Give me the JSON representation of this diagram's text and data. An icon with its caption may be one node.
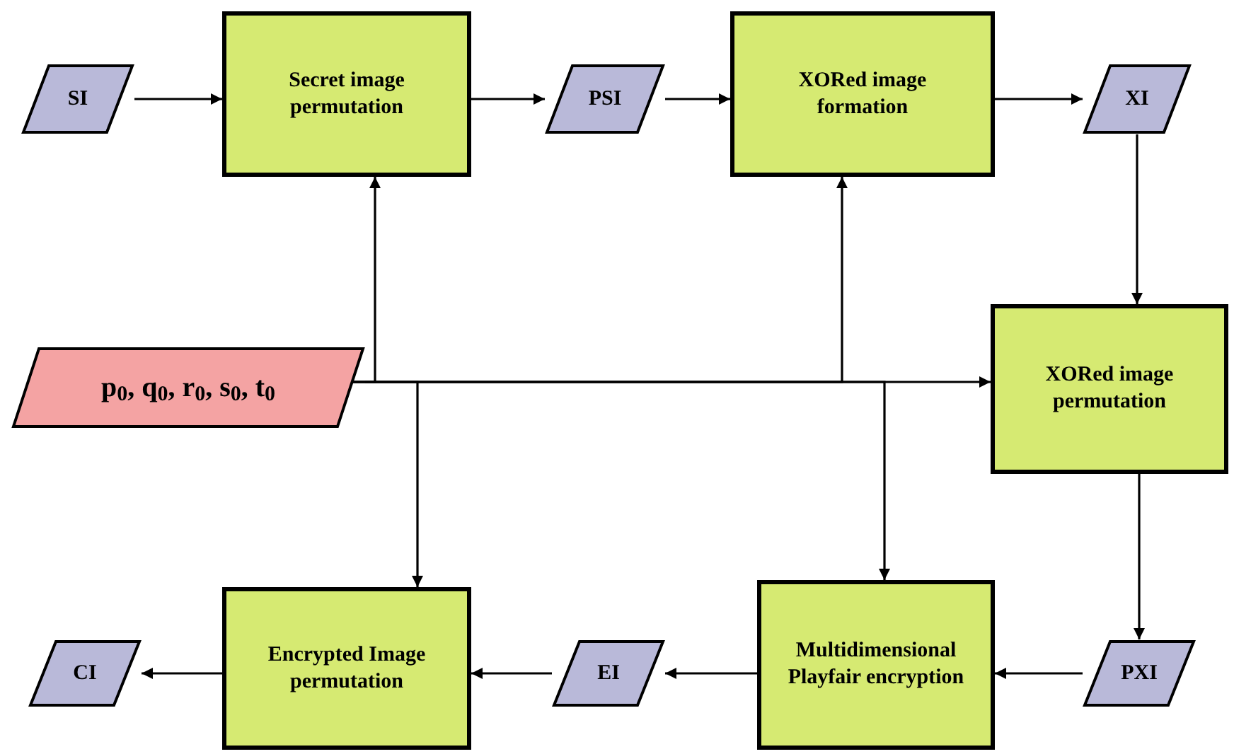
{
  "diagram": {
    "nodes": [
      {
        "text": [
          "SI"
        ]
      },
      {
        "text": [
          "Secret image permutation"
        ]
      },
      {
        "text": [
          "PSI"
        ]
      },
      {
        "text": [
          "XORed image formation"
        ]
      },
      {
        "text": [
          "XI"
        ]
      },
      {
        "text": [
          "p$_{0}$, q$_{0}$, r$_{0}$, s$_{0}$, t$_{0}$"
        ]
      },
      {
        "text": [
          "XORed image permutation"
        ]
      },
      {
        "text": [
          "CI"
        ]
      },
      {
        "text": [
          "Encrypted Image permutation"
        ]
      },
      {
        "text": [
          "EI"
        ]
      },
      {
        "text": [
          "Multidimensional Playfair encryption"
        ]
      },
      {
        "text": [
          "PXI"
        ]
      }
    ],
    "edges": [
      {
        "from": 0,
        "to": 1,
        "arrow": "to"
      },
      {
        "from": 1,
        "to": 2,
        "arrow": "to"
      },
      {
        "from": 2,
        "to": 3,
        "arrow": "to"
      },
      {
        "from": 3,
        "to": 4,
        "arrow": "to"
      },
      {
        "from": 4,
        "to": 6,
        "arrow": "to"
      },
      {
        "from": 6,
        "to": 11,
        "arrow": "to"
      },
      {
        "from": 11,
        "to": 10,
        "arrow": "to"
      },
      {
        "from": 10,
        "to": 9,
        "arrow": "to"
      },
      {
        "from": 9,
        "to": 8,
        "arrow": "to"
      },
      {
        "from": 8,
        "to": 7,
        "arrow": "to"
      },
      {
        "from": 5,
        "to": 1,
        "arrow": "to"
      },
      {
        "from": 5,
        "to": 3,
        "arrow": "to"
      },
      {
        "from": 5,
        "to": 6,
        "arrow": "to"
      },
      {
        "from": 5,
        "to": 8,
        "arrow": "to"
      },
      {
        "from": 5,
        "to": 10,
        "arrow": "to"
      }
    ]
  }
}
